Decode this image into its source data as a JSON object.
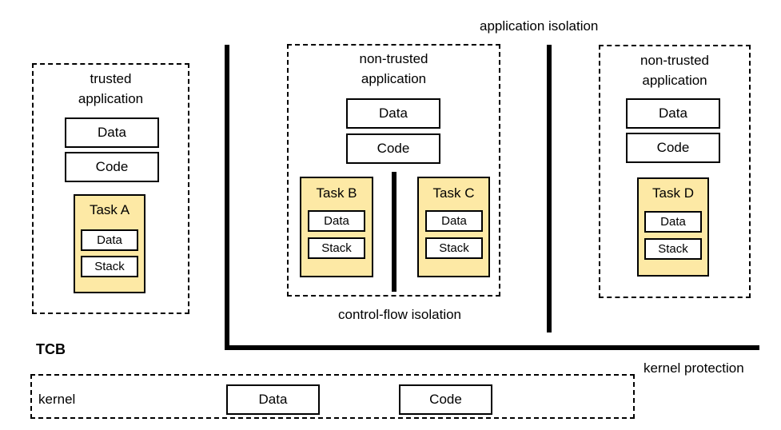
{
  "labels": {
    "application_isolation": "application isolation",
    "control_flow_isolation": "control-flow isolation",
    "kernel_protection": "kernel protection",
    "tcb": "TCB"
  },
  "trusted_app": {
    "title_line1": "trusted",
    "title_line2": "application",
    "data": "Data",
    "code": "Code",
    "task": {
      "name": "Task A",
      "data": "Data",
      "stack": "Stack"
    }
  },
  "nontrusted_app_1": {
    "title_line1": "non-trusted",
    "title_line2": "application",
    "data": "Data",
    "code": "Code",
    "tasks": [
      {
        "name": "Task B",
        "data": "Data",
        "stack": "Stack"
      },
      {
        "name": "Task C",
        "data": "Data",
        "stack": "Stack"
      }
    ]
  },
  "nontrusted_app_2": {
    "title_line1": "non-trusted",
    "title_line2": "application",
    "data": "Data",
    "code": "Code",
    "task": {
      "name": "Task D",
      "data": "Data",
      "stack": "Stack"
    }
  },
  "kernel": {
    "label": "kernel",
    "data": "Data",
    "code": "Code"
  },
  "colors": {
    "task_fill": "#fde9a5",
    "line": "#000000"
  }
}
